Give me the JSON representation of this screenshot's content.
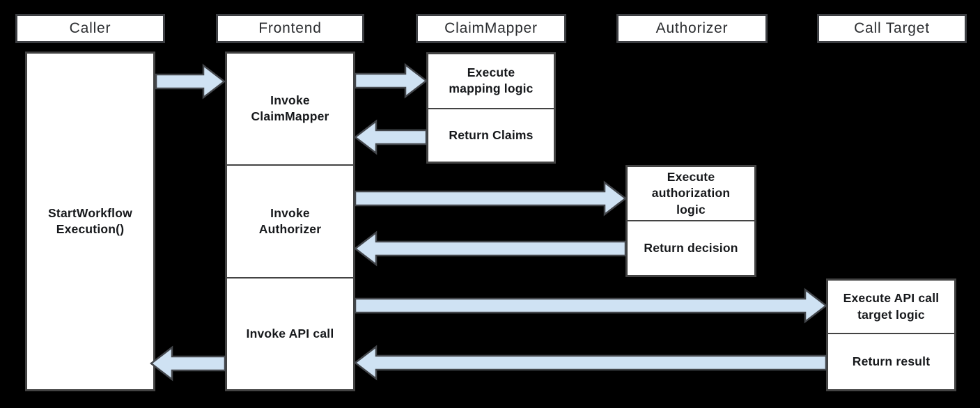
{
  "diagram": {
    "type": "sequence-diagram",
    "colors": {
      "background": "#000000",
      "box_fill": "#ffffff",
      "box_border": "#434343",
      "arrow_fill": "#cfe2f3",
      "arrow_border": "#43464b",
      "text": "#16181b"
    },
    "lifelines": [
      {
        "name": "Caller"
      },
      {
        "name": "Frontend"
      },
      {
        "name": "ClaimMapper"
      },
      {
        "name": "Authorizer"
      },
      {
        "name": "Call Target"
      }
    ],
    "nodes": {
      "caller": "StartWorkflow\nExecution()",
      "frontend": [
        "Invoke\nClaimMapper",
        "Invoke\nAuthorizer",
        "Invoke API call"
      ],
      "claimmapper": [
        "Execute\nmapping logic",
        "Return Claims"
      ],
      "authorizer": [
        "Execute\nauthorization\nlogic",
        "Return decision"
      ],
      "calltarget": [
        "Execute API call\ntarget logic",
        "Return result"
      ]
    },
    "arrows": [
      {
        "from": "Caller",
        "to": "Frontend"
      },
      {
        "from": "Frontend",
        "to": "ClaimMapper"
      },
      {
        "from": "ClaimMapper",
        "to": "Frontend"
      },
      {
        "from": "Frontend",
        "to": "Authorizer"
      },
      {
        "from": "Authorizer",
        "to": "Frontend"
      },
      {
        "from": "Frontend",
        "to": "Call Target"
      },
      {
        "from": "Call Target",
        "to": "Frontend"
      },
      {
        "from": "Frontend",
        "to": "Caller"
      }
    ]
  }
}
